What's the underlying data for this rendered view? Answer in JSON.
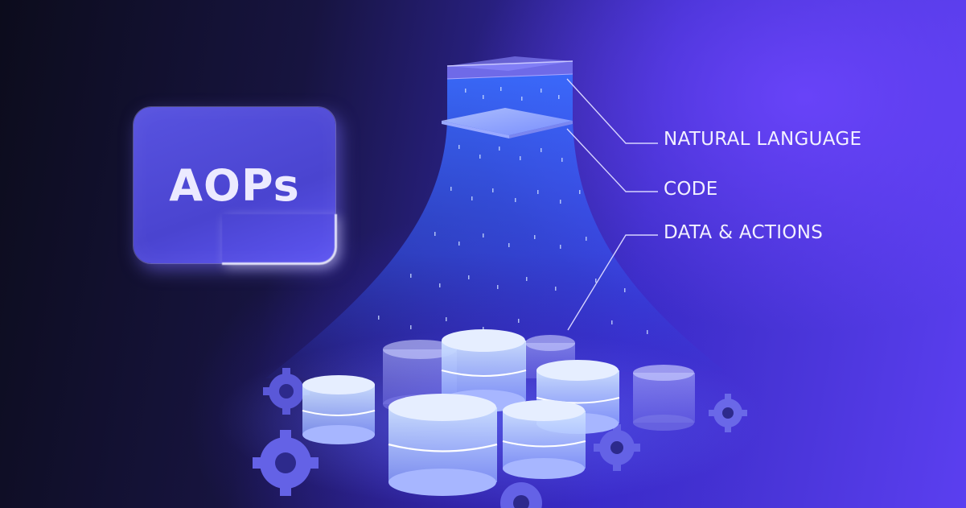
{
  "card": {
    "title": "AOPs"
  },
  "layers": {
    "natural_language": "NATURAL LANGUAGE",
    "code": "CODE",
    "data_actions": "DATA & ACTIONS"
  },
  "colors": {
    "background_dark": "#0c0c1c",
    "background_accent": "#5b3ff0",
    "card_fill": "#5853e0",
    "label_text": "#f2f0ff"
  }
}
